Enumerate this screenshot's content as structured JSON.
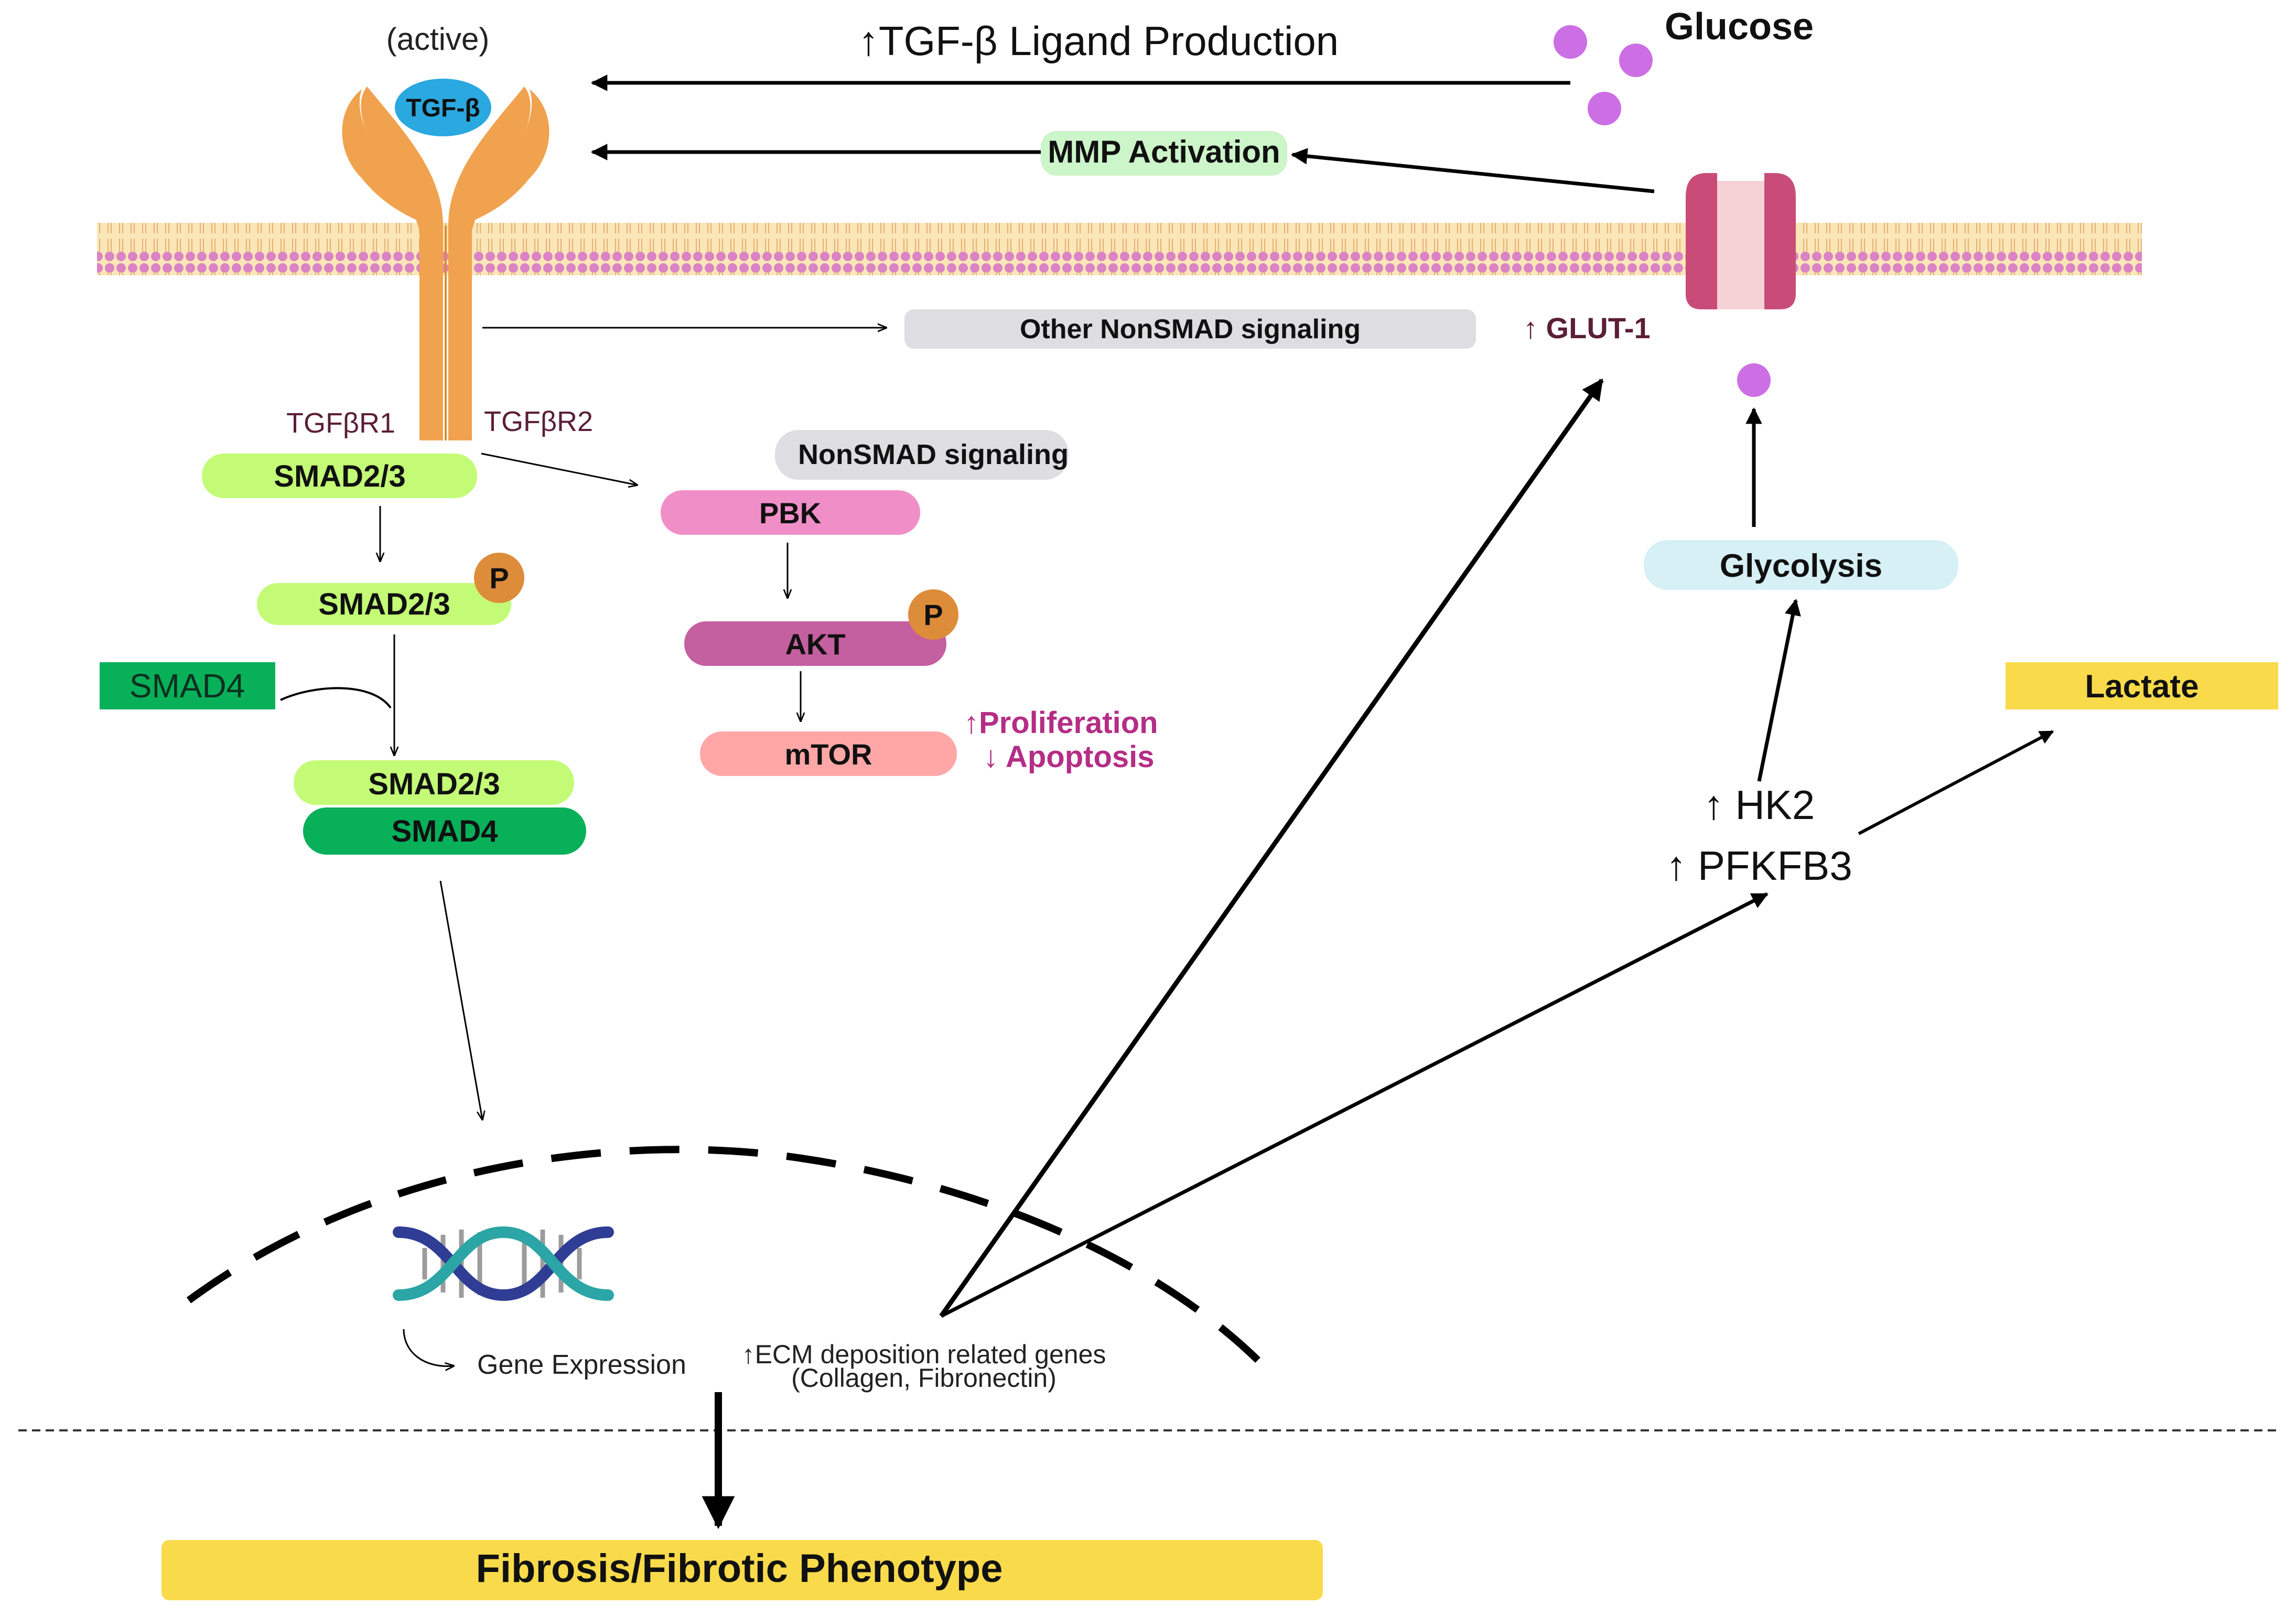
{
  "receptor": {
    "active_label": "(active)",
    "ligand_label": "TGF-β",
    "r1_label": "TGFβR1",
    "r2_label": "TGFβR2"
  },
  "top_arrows": {
    "tgf_production": "↑TGF-β Ligand Production",
    "mmp_activation": "MMP Activation"
  },
  "glucose": {
    "label": "Glucose"
  },
  "membrane": {
    "other_nonsmad": "Other NonSMAD signaling",
    "glut1": "↑ GLUT-1"
  },
  "smad_pathway": {
    "smad23": "SMAD2/3",
    "smad23_p": "SMAD2/3",
    "phospho": "P",
    "smad4": "SMAD4",
    "complex_smad23": "SMAD2/3",
    "complex_smad4": "SMAD4"
  },
  "nonsmad_pathway": {
    "header": "NonSMAD signaling",
    "pbk": "PBK",
    "akt": "AKT",
    "phospho": "P",
    "mtor": "mTOR",
    "proliferation": "↑Proliferation",
    "apoptosis": "↓ Apoptosis"
  },
  "metabolism": {
    "glycolysis": "Glycolysis",
    "lactate": "Lactate",
    "hk2": "↑ HK2",
    "pfkfb3": "↑ PFKFB3"
  },
  "nucleus": {
    "gene_expression": "Gene Expression",
    "ecm_line1": "↑ECM deposition related genes",
    "ecm_line2": "(Collagen, Fibronectin)"
  },
  "outcome": {
    "fibrosis": "Fibrosis/Fibrotic Phenotype"
  },
  "colors": {
    "receptor": "#F0A24E",
    "ligand": "#2AA8E0",
    "membrane": "#E08AC6",
    "smad23": "#C3FB76",
    "smad4": "#08B05A",
    "pbk": "#F08FC7",
    "akt": "#C45FA0",
    "mtor": "#FFA7A7",
    "phospho": "#DD8C3A",
    "glut1_channel": "#C94C78",
    "glucose": "#CC6FE4",
    "glycolysis": "#D6F0F5",
    "yellow_box": "#F9DA4B",
    "mmp_box": "#CCF5C9",
    "gray_box": "#DDDDE2",
    "magenta_text": "#B42D86",
    "maroon_text": "#5A1F36"
  }
}
